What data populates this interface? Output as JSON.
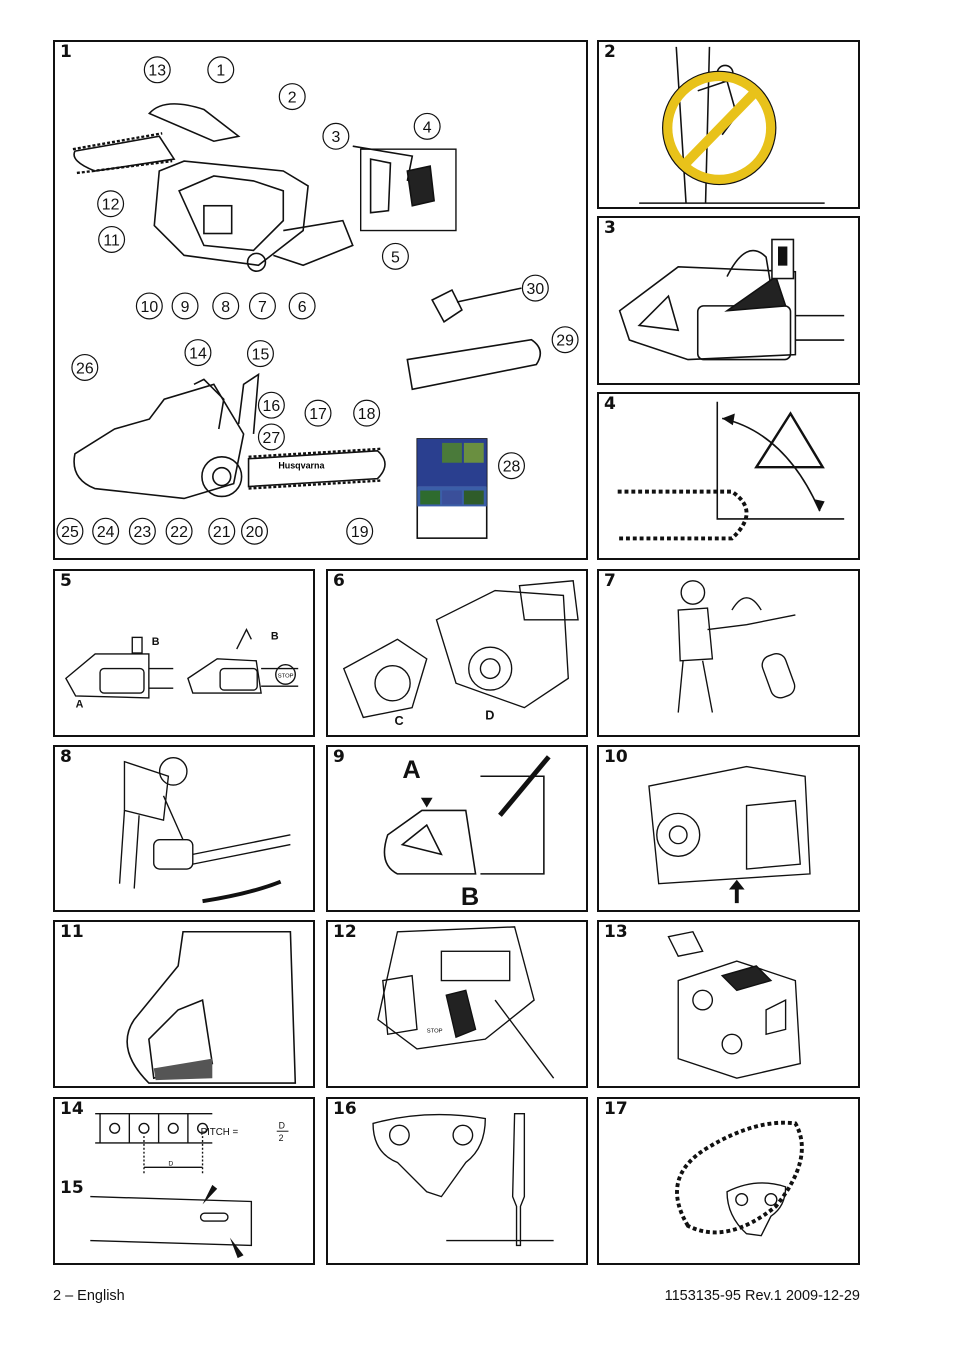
{
  "panels": [
    {
      "num": "1"
    },
    {
      "num": "2"
    },
    {
      "num": "3"
    },
    {
      "num": "4"
    },
    {
      "num": "5"
    },
    {
      "num": "6"
    },
    {
      "num": "7"
    },
    {
      "num": "8"
    },
    {
      "num": "9"
    },
    {
      "num": "10"
    },
    {
      "num": "11"
    },
    {
      "num": "12"
    },
    {
      "num": "13"
    },
    {
      "num": "14"
    },
    {
      "num": "15"
    },
    {
      "num": "16"
    },
    {
      "num": "17"
    }
  ],
  "callouts": [
    "1",
    "2",
    "3",
    "4",
    "5",
    "6",
    "7",
    "8",
    "9",
    "10",
    "11",
    "12",
    "13",
    "14",
    "15",
    "16",
    "17",
    "18",
    "19",
    "20",
    "21",
    "22",
    "23",
    "24",
    "25",
    "26",
    "27",
    "28",
    "29",
    "30"
  ],
  "brand": "Husqvarna",
  "labels": {
    "a": "A",
    "b": "B",
    "c": "C",
    "d": "D",
    "stop": "STOP",
    "pitch": "PITCH =",
    "pitch_num": "D",
    "pitch_den": "2",
    "dim_d": "D"
  },
  "footer": {
    "left": "2 – English",
    "right": "1153135-95 Rev.1 2009-12-29"
  }
}
